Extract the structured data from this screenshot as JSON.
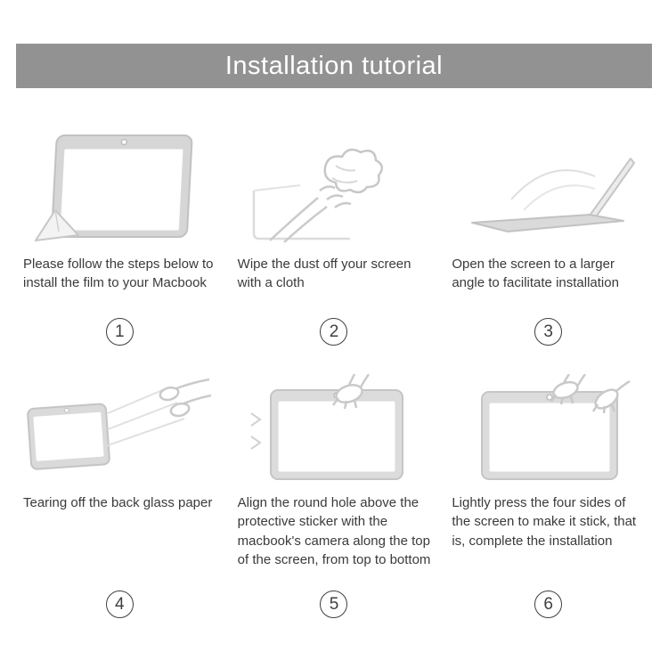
{
  "header": {
    "title": "Installation tutorial"
  },
  "steps": [
    {
      "num": "1",
      "illustration": "macbook-screen-with-film-peel",
      "text": "Please follow the steps below to install the film to your Macbook"
    },
    {
      "num": "2",
      "illustration": "hand-wiping-screen-with-cloth",
      "text": "Wipe the dust off your screen with a cloth"
    },
    {
      "num": "3",
      "illustration": "macbook-opening-to-larger-angle",
      "text": "Open the screen to a larger angle to facilitate installation"
    },
    {
      "num": "4",
      "illustration": "hands-tearing-off-back-paper",
      "text": "Tearing off the back glass paper"
    },
    {
      "num": "5",
      "illustration": "hand-aligning-film-with-camera",
      "text": "Align the round hole above the protective sticker with the macbook's camera along the top of the screen, from top to bottom"
    },
    {
      "num": "6",
      "illustration": "hands-pressing-screen-sides",
      "text": "Lightly press the four sides of the screen to make it stick, that is, complete the installation"
    }
  ],
  "colors": {
    "banner_bg": "#929292",
    "banner_text": "#ffffff",
    "caption_text": "#3a3a3a",
    "line_art": "#cccccc"
  }
}
